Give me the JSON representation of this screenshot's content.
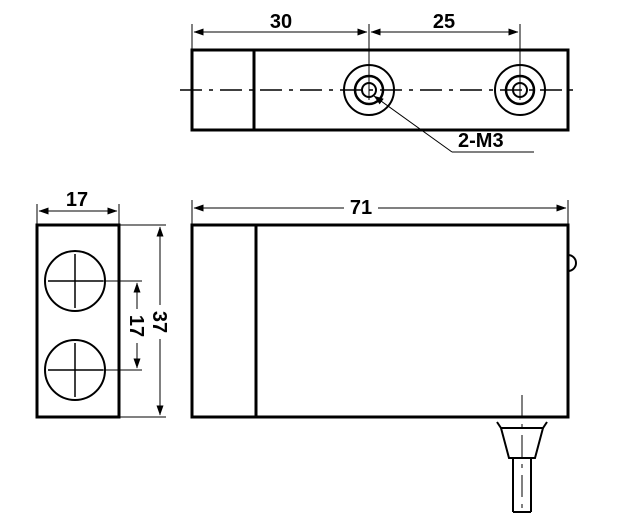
{
  "top_view": {
    "dimensions": {
      "hole_offset": "30",
      "hole_spacing": "25"
    },
    "hole_callout": "2-M3"
  },
  "side_view": {
    "dimensions": {
      "width": "17",
      "hole_pitch": "17",
      "height": "37"
    }
  },
  "front_view": {
    "dimensions": {
      "length": "71"
    }
  }
}
